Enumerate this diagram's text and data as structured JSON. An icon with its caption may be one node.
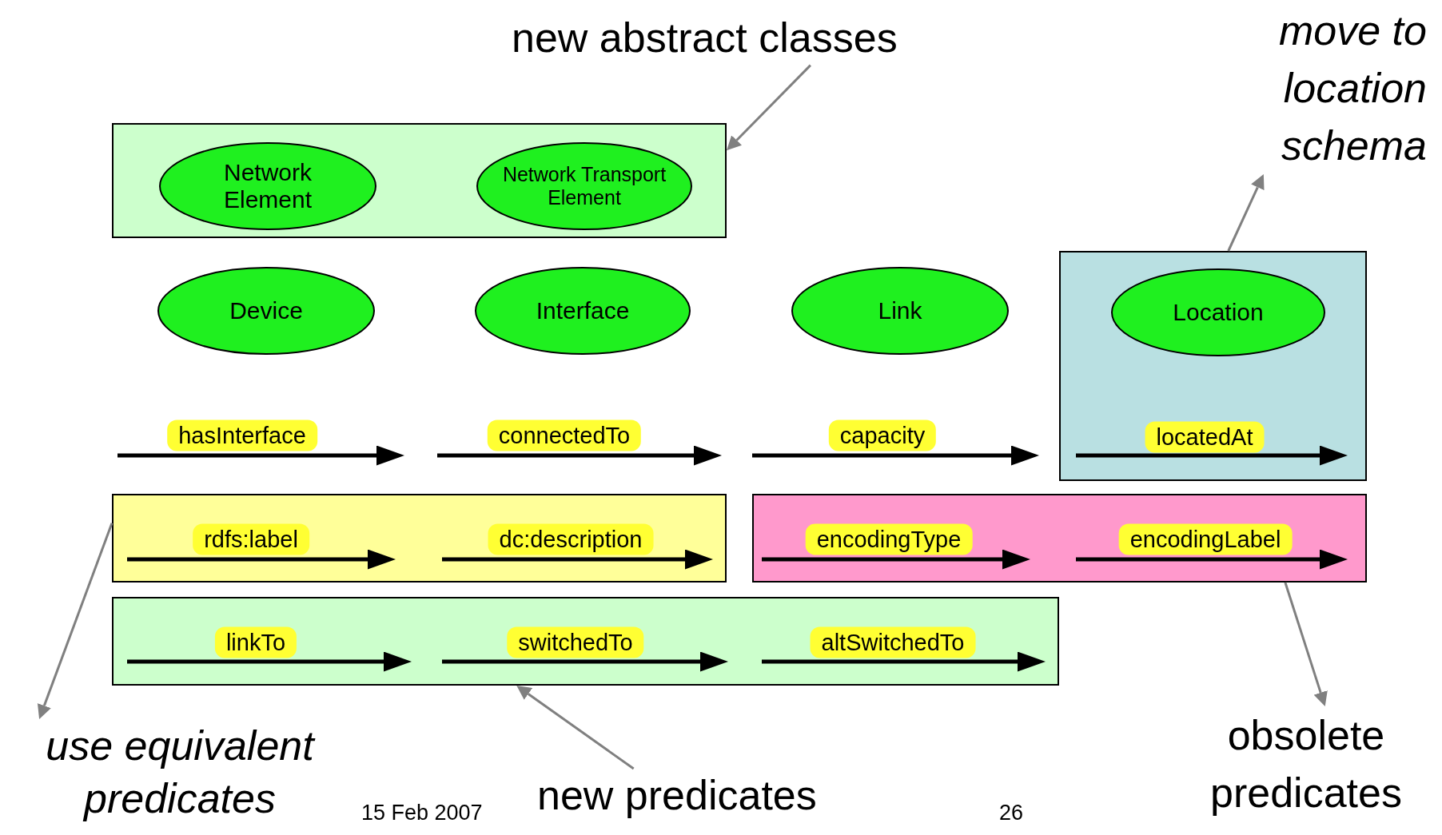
{
  "diagram": {
    "nodes": [
      {
        "text": [
          "new abstract classes"
        ]
      },
      {
        "text": [
          "move to location schema"
        ]
      },
      {
        "text": [],
        "shape": "box"
      },
      {
        "text": [
          "Network Element"
        ],
        "in": 2
      },
      {
        "text": [
          "Network Transport Element"
        ],
        "in": 2
      },
      {
        "text": [
          "Device"
        ]
      },
      {
        "text": [
          "Interface"
        ]
      },
      {
        "text": [
          "Link"
        ]
      },
      {
        "text": [],
        "shape": "box"
      },
      {
        "text": [
          "Location"
        ],
        "in": 8
      },
      {
        "text": [
          "hasInterface"
        ]
      },
      {
        "text": [
          "connectedTo"
        ]
      },
      {
        "text": [
          "capacity"
        ]
      },
      {
        "text": [
          "locatedAt"
        ],
        "in": 8
      },
      {
        "text": [],
        "shape": "box"
      },
      {
        "text": [
          "rdfs:label"
        ],
        "in": 14
      },
      {
        "text": [
          "dc:description"
        ],
        "in": 14
      },
      {
        "text": [],
        "shape": "box"
      },
      {
        "text": [
          "encodingType"
        ],
        "in": 17
      },
      {
        "text": [
          "encodingLabel"
        ],
        "in": 17
      },
      {
        "text": [],
        "shape": "box"
      },
      {
        "text": [
          "linkTo"
        ],
        "in": 20
      },
      {
        "text": [
          "switchedTo"
        ],
        "in": 20
      },
      {
        "text": [
          "altSwitchedTo"
        ],
        "in": 20
      },
      {
        "text": [
          "use equivalent predicates"
        ]
      },
      {
        "text": [
          "new predicates"
        ]
      },
      {
        "text": [
          "obsolete predicates"
        ]
      }
    ],
    "edges": [
      {
        "from": 0,
        "to": 2,
        "arrow": "to"
      },
      {
        "from": 8,
        "to": 1,
        "arrow": "to"
      },
      {
        "from": 14,
        "to": 24,
        "arrow": "to"
      },
      {
        "from": 25,
        "to": 20,
        "arrow": "to"
      },
      {
        "from": 17,
        "to": 26,
        "arrow": "to"
      }
    ],
    "labels": [
      "15 Feb 2007",
      "26"
    ]
  }
}
